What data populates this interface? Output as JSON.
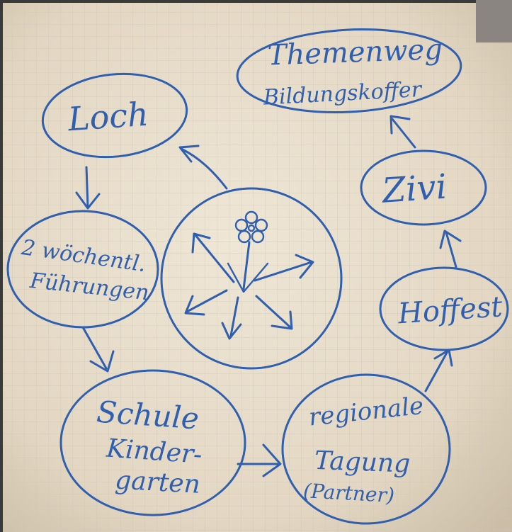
{
  "nodes": {
    "loch": "Loch",
    "themenweg_line1": "Themenweg",
    "themenweg_line2": "Bildungskoffer",
    "fuehrungen_line1": "2 wöchentl.",
    "fuehrungen_line2": "Führungen",
    "zivi": "Zivi",
    "hoffest": "Hoffest",
    "schule_line1": "Schule",
    "schule_line2": "Kinder-",
    "schule_line3": "garten",
    "tagung_line1": "regionale",
    "tagung_line2": "Tagung",
    "tagung_line3": "(Partner)"
  },
  "colors": {
    "ink": "#2f5fae",
    "paper": "#e7dccb",
    "grid": "#c9c4b8"
  },
  "icons": {
    "center": "flower-with-arrows-icon"
  }
}
